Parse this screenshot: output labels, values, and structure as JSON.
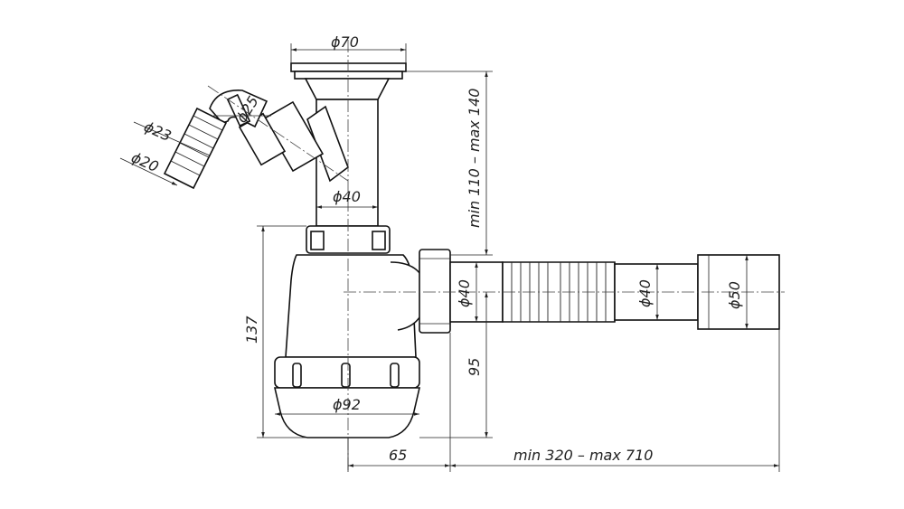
{
  "labels": {
    "d70": "ϕ70",
    "d25": "ϕ25",
    "d23": "ϕ23",
    "d20": "ϕ20",
    "d40_inlet": "ϕ40",
    "d40_outlet": "ϕ40",
    "d40_hose": "ϕ40",
    "d50": "ϕ50",
    "d92": "ϕ92",
    "h_range": "min 110 – max 140",
    "h137": "137",
    "h95": "95",
    "w65": "65",
    "w_range": "min 320 – max 710"
  },
  "colors": {
    "line": "#111111",
    "background": "#ffffff"
  }
}
